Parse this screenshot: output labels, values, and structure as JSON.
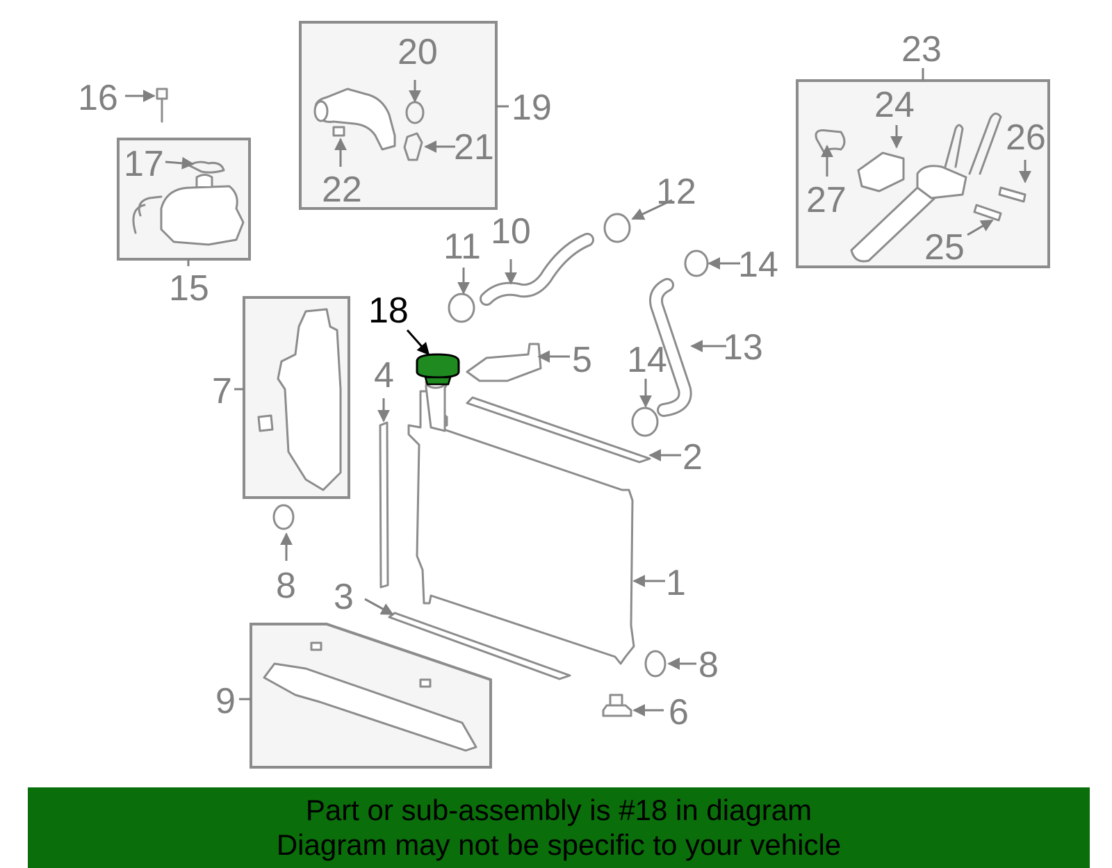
{
  "diagram": {
    "highlighted_part": "18",
    "part_labels": [
      "1",
      "2",
      "3",
      "4",
      "5",
      "6",
      "7",
      "8",
      "8",
      "9",
      "10",
      "11",
      "12",
      "13",
      "14",
      "14",
      "15",
      "16",
      "17",
      "18",
      "19",
      "20",
      "21",
      "22",
      "23",
      "24",
      "25",
      "26",
      "27"
    ],
    "colors": {
      "parts": "#8c8c8c",
      "highlight": "#0a6e0a",
      "banner": "#0a6e0a"
    }
  },
  "banner": {
    "line1": "Part or sub-assembly is #18 in diagram",
    "line2": "Diagram may not be specific to your vehicle"
  }
}
